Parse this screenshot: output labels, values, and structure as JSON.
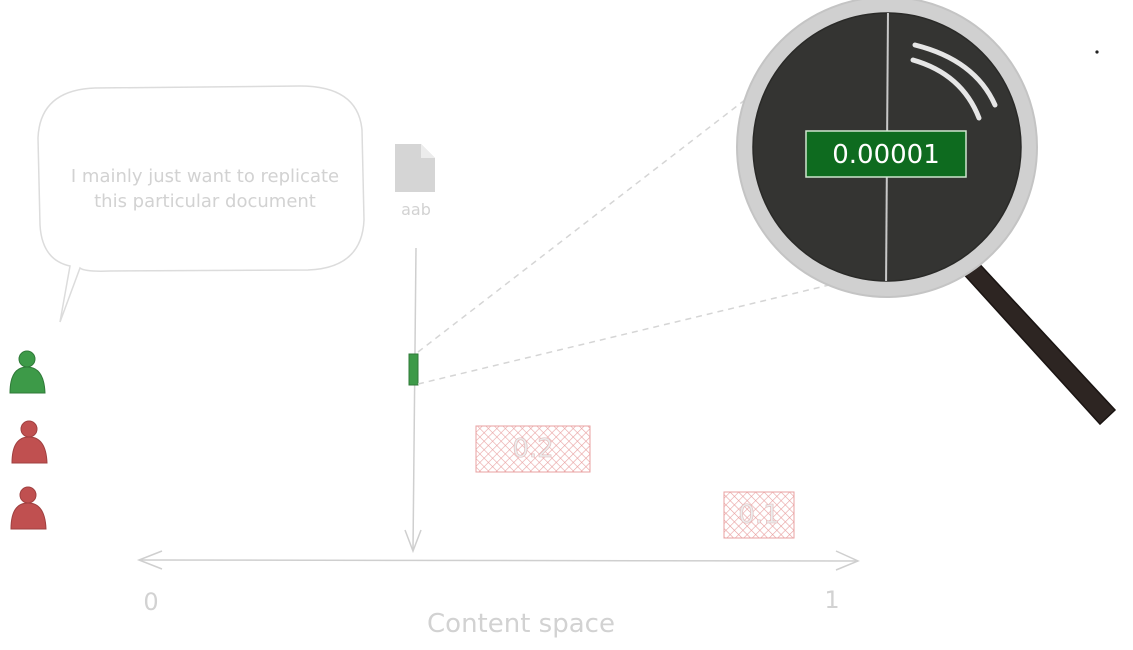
{
  "speech_bubble": {
    "line1": "I mainly just want to replicate",
    "line2": "this particular document"
  },
  "document": {
    "label": "aab"
  },
  "axis": {
    "start_label": "0",
    "end_label": "1",
    "title": "Content space"
  },
  "users": [
    {
      "color": "#3d9a48",
      "status": "match"
    },
    {
      "color": "#c05050",
      "status": "other"
    },
    {
      "color": "#c05050",
      "status": "other"
    }
  ],
  "regions": [
    {
      "label": "0.2"
    },
    {
      "label": "0.1"
    }
  ],
  "magnifier": {
    "value": "0.00001"
  },
  "colors": {
    "target": "#3d9a48",
    "label_fill": "#0e6b1f",
    "region": "#e8a0a0",
    "lens": "#343432",
    "lens_rim": "#cfcfcf",
    "handle": "#2d2522",
    "faint": "#d2d2d2"
  }
}
